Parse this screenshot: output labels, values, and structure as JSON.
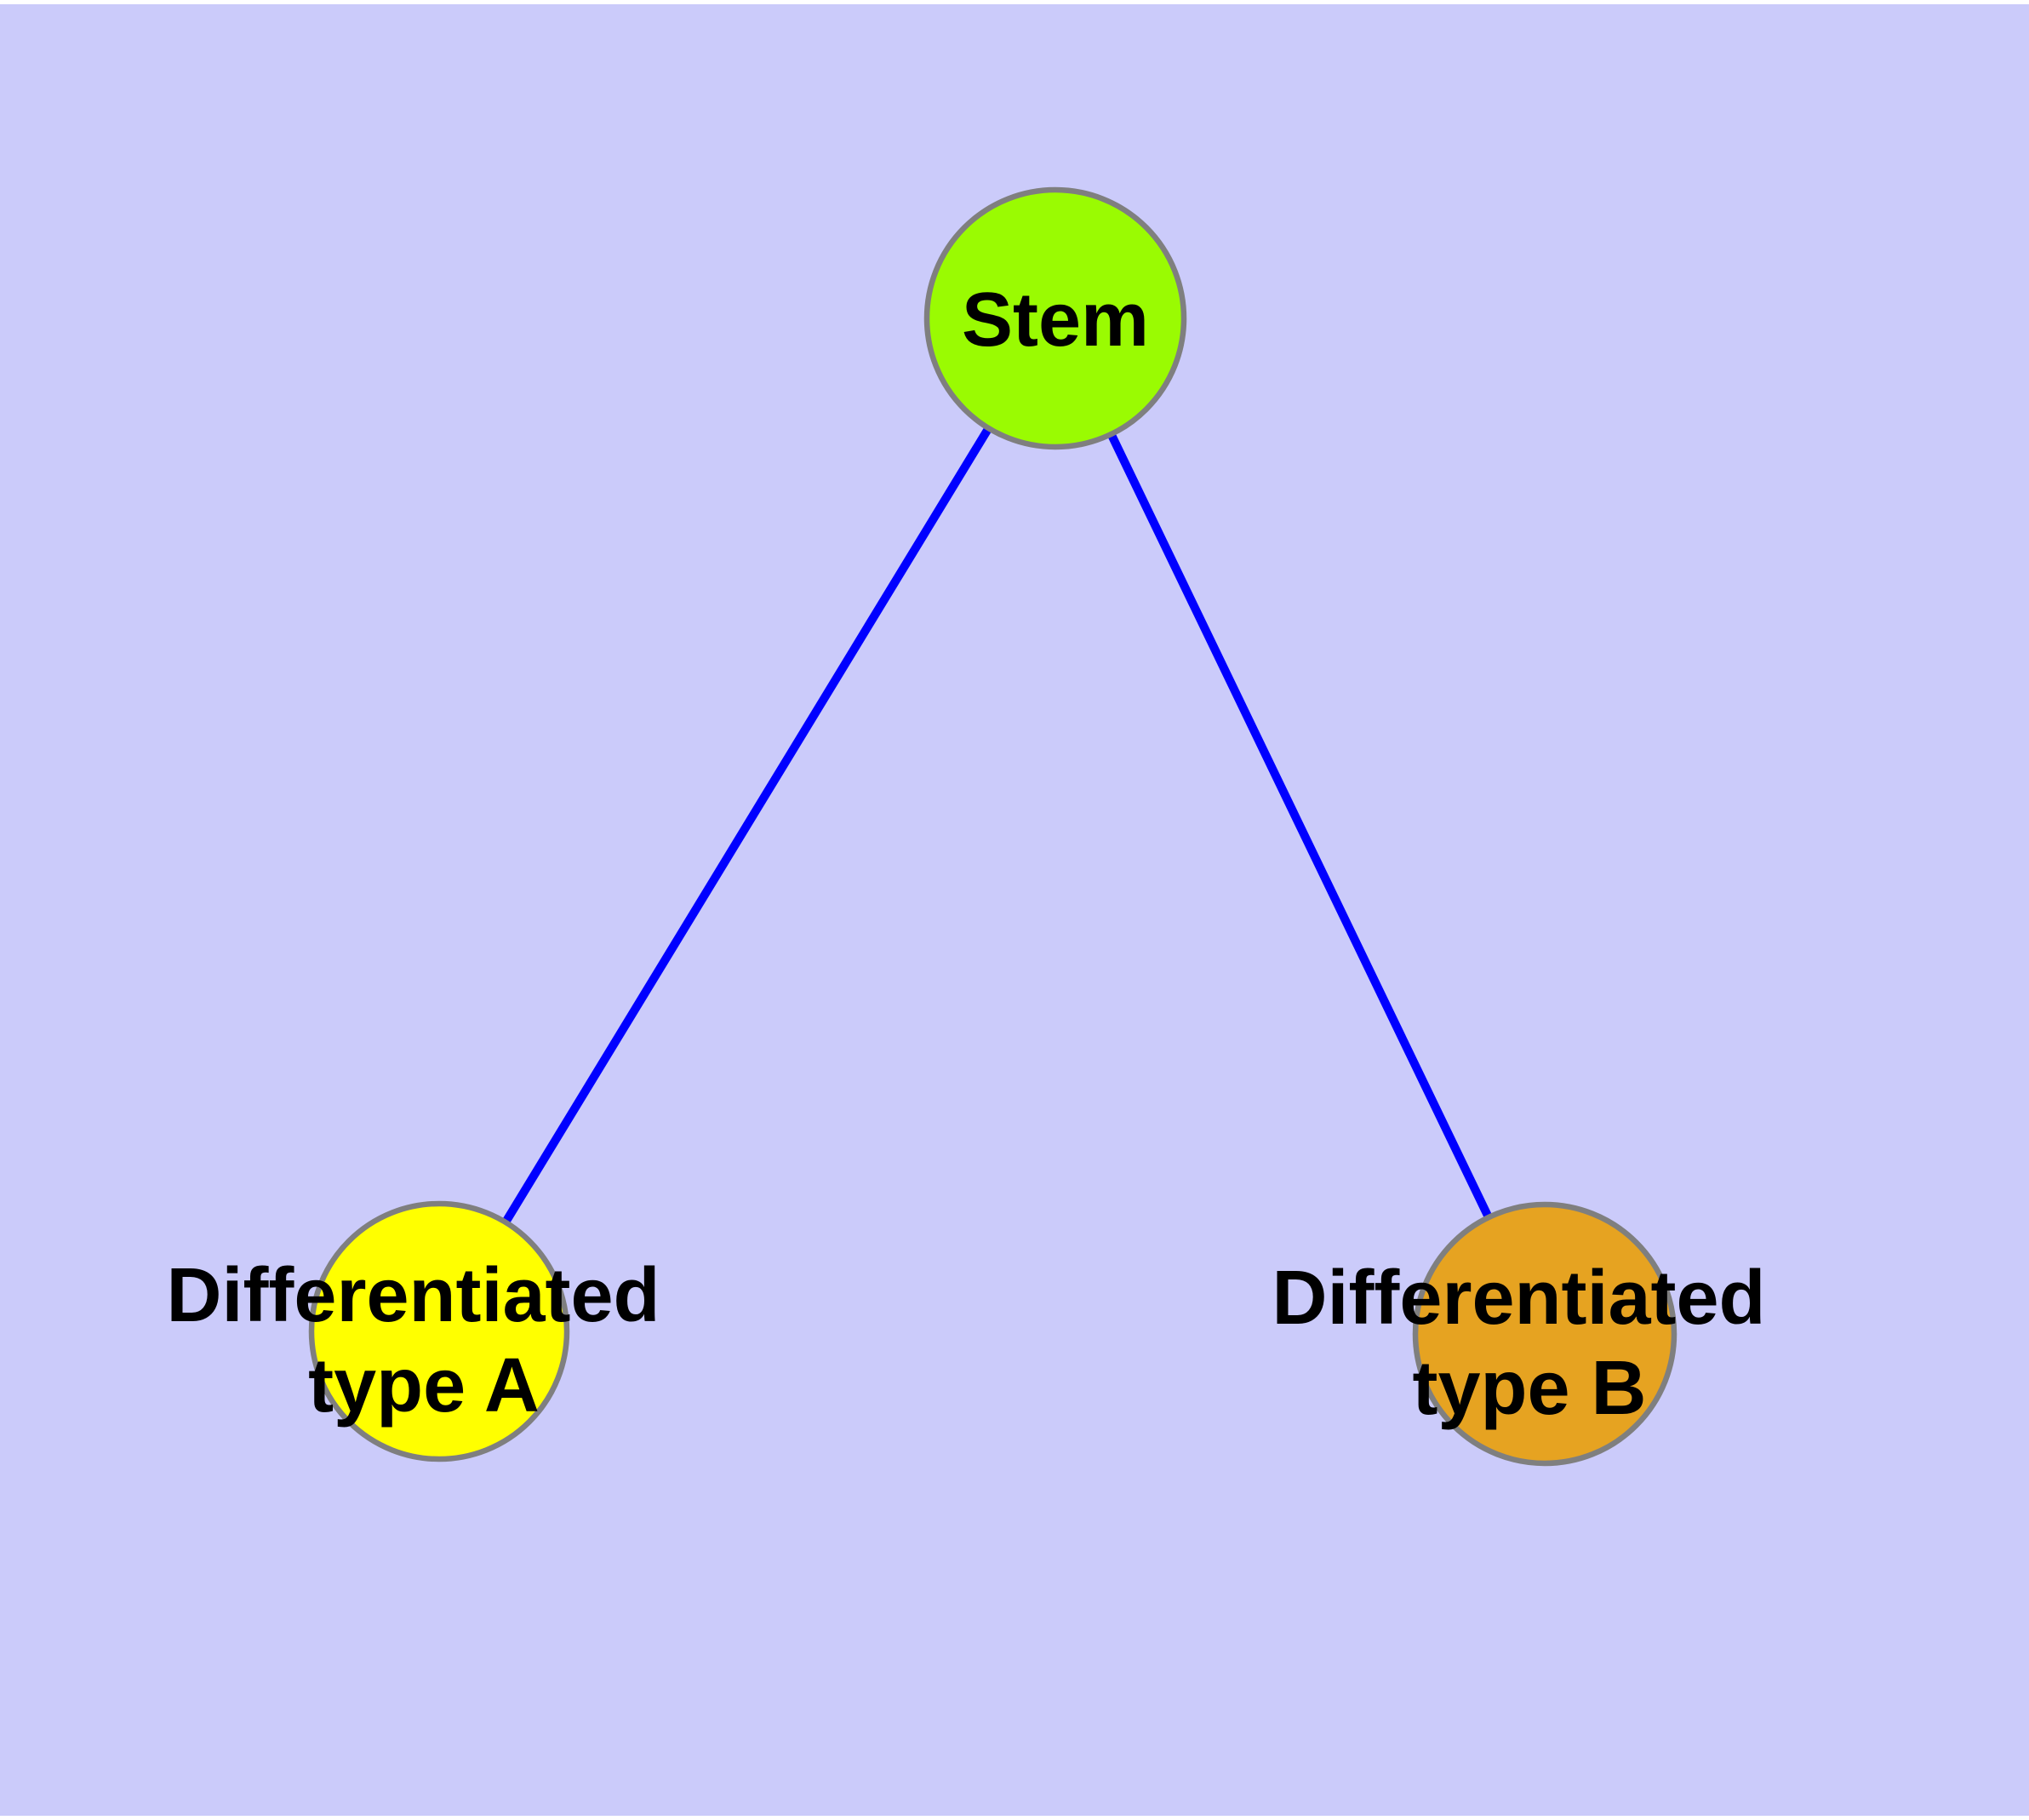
{
  "diagram": {
    "background_color": "#CBCBFA",
    "margin_color": "#FFFFFF",
    "edge_color": "#0000FF",
    "node_border_color": "#7F7F7F",
    "label_color": "#000000",
    "nodes": [
      {
        "id": "stem",
        "label": "Stem",
        "label_line1": "Stem",
        "fill": "#9AFB02"
      },
      {
        "id": "differentiated-type-a",
        "label": "Differentiated type A",
        "label_line1": "Differentiated",
        "label_line2": "type A",
        "fill": "#FFFF00"
      },
      {
        "id": "differentiated-type-b",
        "label": "Differentiated type B",
        "label_line1": "Differentiated",
        "label_line2": "type B",
        "fill": "#E6A321"
      }
    ],
    "edges": [
      {
        "from": "Stem",
        "to": "Differentiated type A"
      },
      {
        "from": "Stem",
        "to": "Differentiated type B"
      }
    ]
  }
}
